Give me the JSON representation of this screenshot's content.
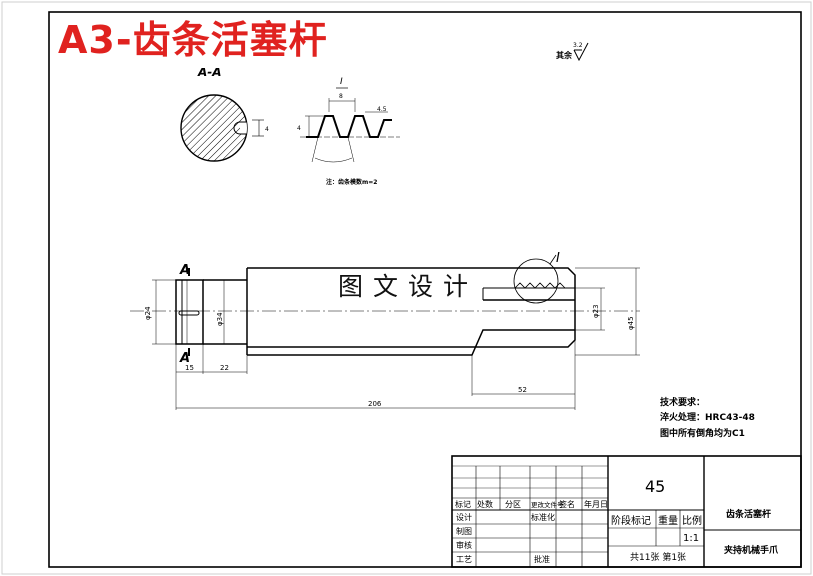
{
  "header": {
    "title": "A3-齿条活塞杆"
  },
  "watermark": "图文设计",
  "roughness": {
    "label": "其余",
    "value": "3.2"
  },
  "section_view": {
    "label": "A-A",
    "dim_key": "4"
  },
  "detail_view": {
    "label": "I",
    "dim_top": "8",
    "dim_right": "4.5",
    "dim_left": "4",
    "note": "注：齿条模数m=2"
  },
  "main_view": {
    "section_marker_top": "A",
    "section_marker_bottom": "A",
    "detail_marker": "I",
    "dia_left": "φ24",
    "dia_mid": "φ34",
    "dia_inner": "φ23",
    "dia_right": "φ45",
    "len_15": "15",
    "len_22": "22",
    "len_52": "52",
    "len_total": "206"
  },
  "tech_requirements": {
    "heading": "技术要求：",
    "line1": "淬火处理：HRC43-48",
    "line2": "图中所有倒角均为C1"
  },
  "title_block": {
    "part_no": "45",
    "part_name": "齿条活塞杆",
    "company": "夹持机械手爪",
    "scale": "1:1",
    "sheets": "共11张 第1张",
    "headers": [
      "标记",
      "处数",
      "分区",
      "更改文件号",
      "签名",
      "年月日"
    ],
    "rows": [
      "设计",
      "制图",
      "审核",
      "工艺"
    ],
    "standardize": "标准化",
    "approve": "批准",
    "stage_label": "阶段标记",
    "weight_label": "重量",
    "scale_label": "比例"
  }
}
